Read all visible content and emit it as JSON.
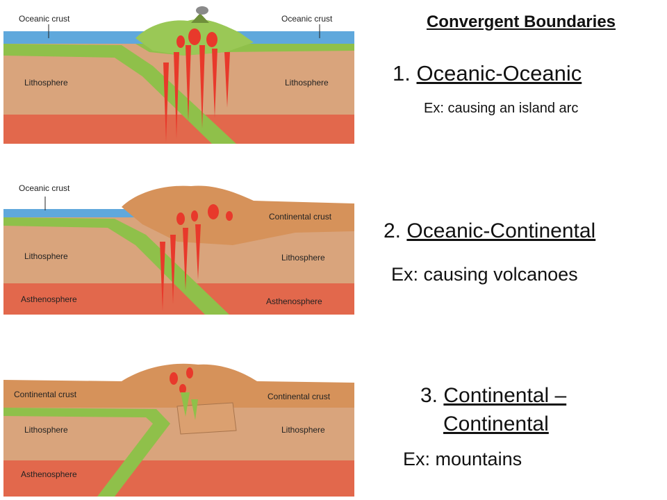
{
  "title": "Convergent Boundaries",
  "sections": [
    {
      "number": "1.",
      "name": "Oceanic-Oceanic",
      "example": "Ex: causing an island arc",
      "diagram_labels": {
        "left_top": "Oceanic crust",
        "right_top": "Oceanic crust",
        "left_mid": "Lithosphere",
        "right_mid": "Lithosphere"
      }
    },
    {
      "number": "2.",
      "name": "Oceanic-Continental",
      "example": "Ex: causing volcanoes",
      "diagram_labels": {
        "left_top": "Oceanic crust",
        "right_top": "Continental crust",
        "left_mid": "Lithosphere",
        "right_mid": "Lithosphere",
        "left_bottom": "Asthenosphere",
        "right_bottom": "Asthenosphere"
      }
    },
    {
      "number": "3.",
      "name_line1": "Continental –",
      "name_line2": "Continental",
      "example": "Ex: mountains",
      "diagram_labels": {
        "left_top": "Continental crust",
        "right_top": "Continental crust",
        "left_mid": "Lithosphere",
        "right_mid": "Lithosphere",
        "left_bottom": "Asthenosphere"
      }
    }
  ],
  "colors": {
    "ocean": "#5fa8dc",
    "crust_green": "#8fc04a",
    "lithosphere": "#d9a47c",
    "asthenosphere": "#e2684c",
    "continental": "#d6925a",
    "magma": "#e8392b"
  }
}
